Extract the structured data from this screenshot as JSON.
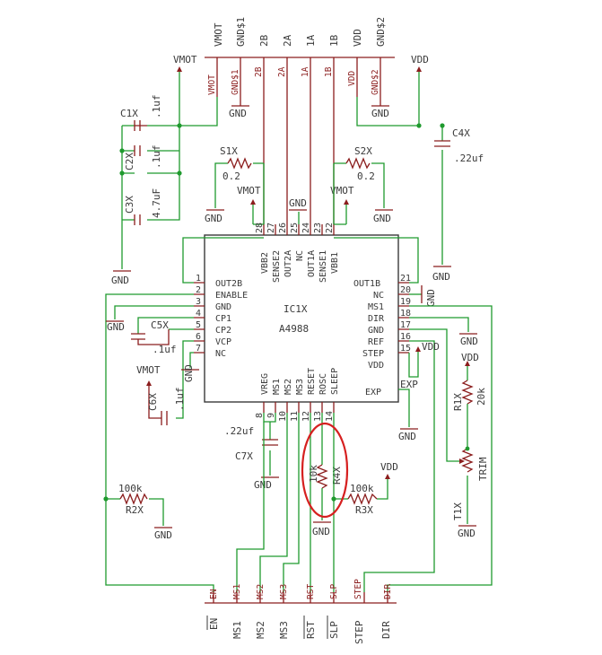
{
  "ic": {
    "ref": "IC1X",
    "part": "A4988"
  },
  "top_pins": {
    "vbb2": "VBB2",
    "sense2": "SENSE2",
    "out2a": "OUT2A",
    "nc": "NC",
    "out1a": "OUT1A",
    "sense1": "SENSE1",
    "vbb1": "VBB1",
    "n28": "28",
    "n27": "27",
    "n26": "26",
    "n25": "25",
    "n24": "24",
    "n23": "23",
    "n22": "22"
  },
  "left_pins": {
    "out2b": "OUT2B",
    "enable": "ENABLE",
    "gnd": "GND",
    "cp1": "CP1",
    "cp2": "CP2",
    "vcp": "VCP",
    "nc": "NC",
    "n1": "1",
    "n2": "2",
    "n3": "3",
    "n4": "4",
    "n5": "5",
    "n6": "6",
    "n7": "7"
  },
  "right_pins": {
    "out1b": "OUT1B",
    "nc": "NC",
    "ms1": "MS1",
    "dir": "DIR",
    "gnd": "GND",
    "ref": "REF",
    "step": "STEP",
    "vdd": "VDD",
    "n21": "21",
    "n20": "20",
    "n19": "19",
    "n18": "18",
    "n17": "17",
    "n16": "16",
    "n15": "15"
  },
  "bottom_pins": {
    "vreg": "VREG",
    "ms1": "MS1",
    "ms2": "MS2",
    "ms3": "MS3",
    "reset": "RESET",
    "rosc": "ROSC",
    "sleep": "SLEEP",
    "exp": "EXP",
    "n8": "8",
    "n9": "9",
    "n10": "10",
    "n11": "11",
    "n12": "12",
    "n13": "13",
    "n14": "14"
  },
  "header_top": {
    "vmot": "VMOT",
    "gnd1": "GND$1",
    "p2b": "2B",
    "p2a": "2A",
    "p1a": "1A",
    "p1b": "1B",
    "vdd": "VDD",
    "gnd2": "GND$2"
  },
  "header_top_pins": {
    "vmot": "VMOT",
    "gnd1": "GND$1",
    "p2b": "2B",
    "p2a": "2A",
    "p1a": "1A",
    "p1b": "1B",
    "vdd": "VDD",
    "gnd2": "GND$2"
  },
  "header_bottom": {
    "en": "EN",
    "ms1": "MS1",
    "ms2": "MS2",
    "ms3": "MS3",
    "rst": "RST",
    "slp": "SLP",
    "step": "STEP",
    "dir": "DIR"
  },
  "header_bottom_pins": {
    "en": "EN",
    "ms1": "MS1",
    "ms2": "MS2",
    "ms3": "MS3",
    "rst": "RST",
    "slp": "SLP",
    "step": "STEP",
    "dir": "DIR"
  },
  "power": {
    "vmot_top": "VMOT",
    "vdd_top": "VDD",
    "vmot_s1": "VMOT",
    "vmot_s2": "VMOT",
    "vmot_c6": "VMOT",
    "vdd_15": "VDD",
    "vdd_r1": "VDD",
    "vdd_r3": "VDD"
  },
  "grounds": {
    "g_gnd1": "GND",
    "g_gnd2": "GND",
    "g_caps": "GND",
    "g_s1": "GND",
    "g_nc": "GND",
    "g_s2": "GND",
    "g_c4": "GND",
    "g_nc20": "GND",
    "g_pin3": "GND",
    "g_pin7": "GND",
    "g_18": "GND",
    "g_exp": "GND",
    "g_c7": "GND",
    "g_r4": "GND",
    "g_r2": "GND",
    "g_t1": "GND"
  },
  "components": {
    "c1x": "C1X",
    "c1x_v": ".1uf",
    "c2x": "C2X",
    "c2x_v": ".1uf",
    "c3x": "C3X",
    "c3x_v": "4.7uF",
    "c4x": "C4X",
    "c4x_v": ".22uf",
    "c5x": "C5X",
    "c5x_v": ".1uf",
    "c6x": "C6X",
    "c6x_v": ".1uf",
    "c7x": "C7X",
    "c7x_v": ".22uf",
    "s1x": "S1X",
    "s1x_v": "0.2",
    "s2x": "S2X",
    "s2x_v": "0.2",
    "r1x": "R1X",
    "r1x_v": "20k",
    "r2x": "R2X",
    "r2x_v": "100k",
    "r3x": "R3X",
    "r3x_v": "100k",
    "r4x": "R4X",
    "r4x_v": "10k",
    "t1x": "T1X",
    "t1x_v": "TRIM"
  },
  "exp_label": "EXP"
}
